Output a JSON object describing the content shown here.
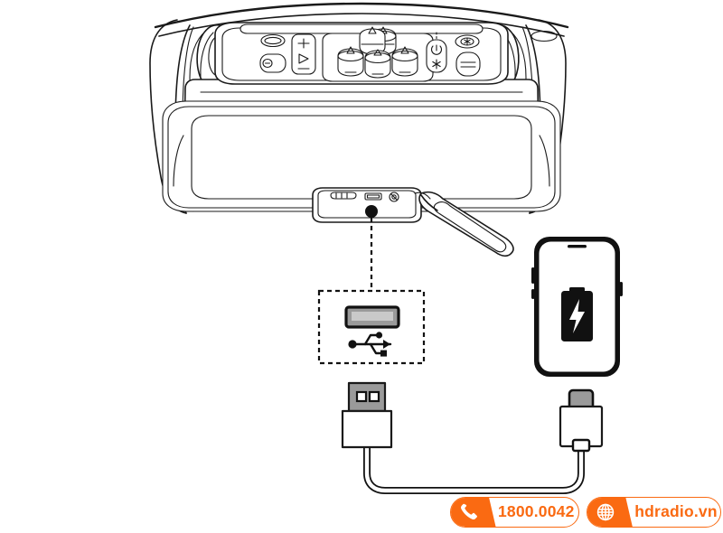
{
  "document": {
    "title": "JBL portable speaker USB charging instruction diagram",
    "type": "line-art instruction illustration",
    "background_color": "#ffffff",
    "line_color": "#1a1a1a"
  },
  "speaker": {
    "label": "portable bluetooth party speaker",
    "handles": {
      "left_label": "left carry handle",
      "right_label": "right carry handle"
    },
    "control_panel": {
      "label": "top control panel",
      "buttons": [
        {
          "name": "bass-boost-button",
          "shape": "oval"
        },
        {
          "name": "mute-button",
          "shape": "rounded-square",
          "glyph": "−"
        },
        {
          "name": "volume-play-rocker",
          "glyphs": [
            "+",
            "▷",
            "−"
          ]
        },
        {
          "name": "power-button",
          "glyph": "⏻"
        },
        {
          "name": "bluetooth-button",
          "glyph": "✱"
        },
        {
          "name": "light-button",
          "glyph": "✺"
        },
        {
          "name": "slider-button",
          "shape": "pill"
        }
      ],
      "knobs": [
        {
          "name": "mic-volume-knob",
          "row": "back"
        },
        {
          "name": "echo-knob",
          "row": "back"
        },
        {
          "name": "vocal-knob",
          "row": "front"
        },
        {
          "name": "treble-knob",
          "row": "front"
        },
        {
          "name": "bass-knob",
          "row": "front"
        }
      ]
    },
    "port_flap": {
      "name": "port-cover-flap",
      "state": "open",
      "ports": [
        "aux-in",
        "usb-type-a-out",
        "dc-in"
      ]
    }
  },
  "callout": {
    "name": "usb-port-callout",
    "marker": "black dot on speaker port",
    "line_style": "dashed",
    "box_style": "dashed rectangle",
    "contents": {
      "port_name": "usb-type-a-port",
      "symbol_name": "usb-trident-icon"
    }
  },
  "phone": {
    "name": "smartphone",
    "screen_icon": "battery-charging-icon",
    "icon_detail": "battery outline filled black with white lightning bolt"
  },
  "cable": {
    "name": "usb-charging-cable",
    "shape": "u-shaped",
    "connector_a": {
      "name": "usb-type-a-connector",
      "tip_color": "#9a9a9a"
    },
    "connector_b": {
      "name": "usb-type-c-connector",
      "tip_color": "#9a9a9a"
    }
  },
  "badges": {
    "accent_color": "#FA6A12",
    "items": [
      {
        "id": "phone",
        "icon": "phone-handset-icon",
        "text": "1800.0042"
      },
      {
        "id": "web",
        "icon": "globe-icon",
        "text": "hdradio.vn"
      }
    ]
  }
}
